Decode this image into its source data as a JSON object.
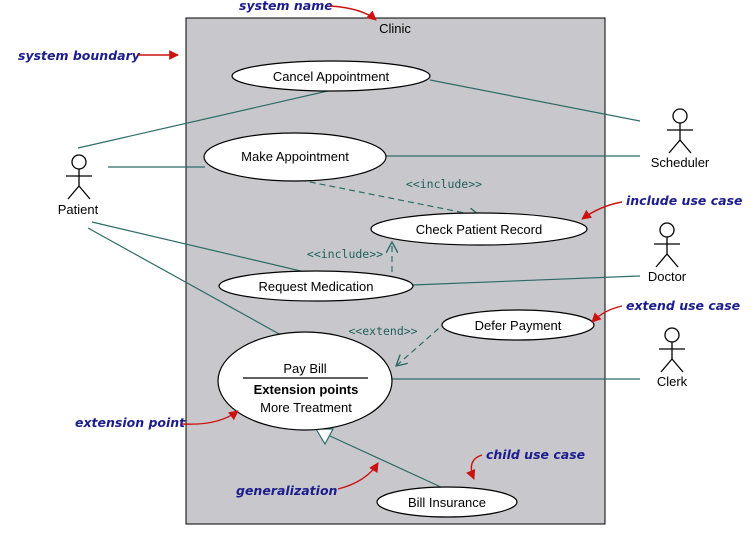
{
  "system": {
    "name": "Clinic"
  },
  "actors": {
    "patient": "Patient",
    "scheduler": "Scheduler",
    "doctor": "Doctor",
    "clerk": "Clerk"
  },
  "use_cases": {
    "cancel_appointment": "Cancel Appointment",
    "make_appointment": "Make Appointment",
    "check_patient_record": "Check Patient Record",
    "request_medication": "Request Medication",
    "defer_payment": "Defer Payment",
    "pay_bill": "Pay Bill",
    "extension_points_header": "Extension points",
    "more_treatment": "More Treatment",
    "bill_insurance": "Bill Insurance"
  },
  "relationships": {
    "include_1": "<<include>>",
    "include_2": "<<include>>",
    "extend": "<<extend>>"
  },
  "annotations": {
    "system_name": "system name",
    "system_boundary": "system boundary",
    "include_use_case": "include use case",
    "extend_use_case": "extend use case",
    "extension_point": "extension point",
    "child_use_case": "child use case",
    "generalization": "generalization"
  },
  "colors": {
    "boundary_fill": "#c8c8cc",
    "line": "#2d6b66",
    "arrow": "#cc1111",
    "annotation": "#1c1c8c"
  }
}
